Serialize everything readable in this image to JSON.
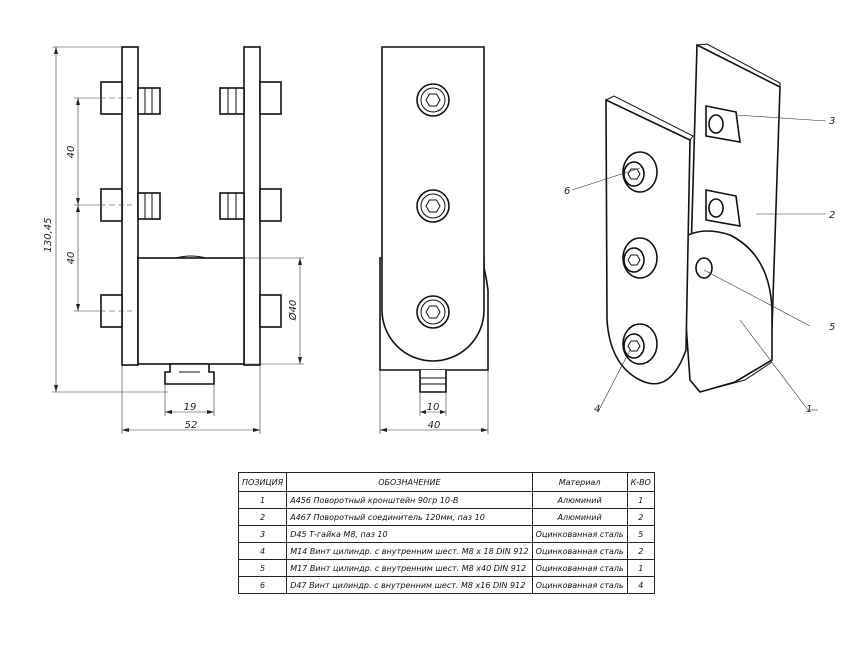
{
  "dimensions": {
    "total_height": "130,45",
    "spacing_top": "40",
    "spacing_bottom": "40",
    "diameter": "Ø40",
    "slot_width": "19",
    "overall_width": "52",
    "side_slot": "10",
    "side_width": "40"
  },
  "callouts": [
    "1",
    "2",
    "3",
    "4",
    "5",
    "6"
  ],
  "bom": {
    "headers": [
      "ПОЗИЦИЯ",
      "ОБОЗНАЧЕНИЕ",
      "Материал",
      "К-ВО"
    ],
    "rows": [
      {
        "pos": "1",
        "designation": "A456 Поворотный кронштейн 90гр 10-B",
        "material": "Алюминий",
        "qty": "1"
      },
      {
        "pos": "2",
        "designation": "A467 Поворотный соединитель 120мм, паз 10",
        "material": "Алюминий",
        "qty": "2"
      },
      {
        "pos": "3",
        "designation": "D45 Т-гайка M8, паз 10",
        "material": "Оцинкованная сталь",
        "qty": "5"
      },
      {
        "pos": "4",
        "designation": "M14 Винт цилиндр. с внутренним шест. M8 x 18 DIN 912",
        "material": "Оцинкованная сталь",
        "qty": "2"
      },
      {
        "pos": "5",
        "designation": "M17 Винт цилиндр. с внутренним шест. M8 x40 DIN 912",
        "material": "Оцинкованная сталь",
        "qty": "1"
      },
      {
        "pos": "6",
        "designation": "D47 Винт цилиндр. с внутренним шест. M8 x16 DIN 912",
        "material": "Оцинкованная сталь",
        "qty": "4"
      }
    ]
  }
}
